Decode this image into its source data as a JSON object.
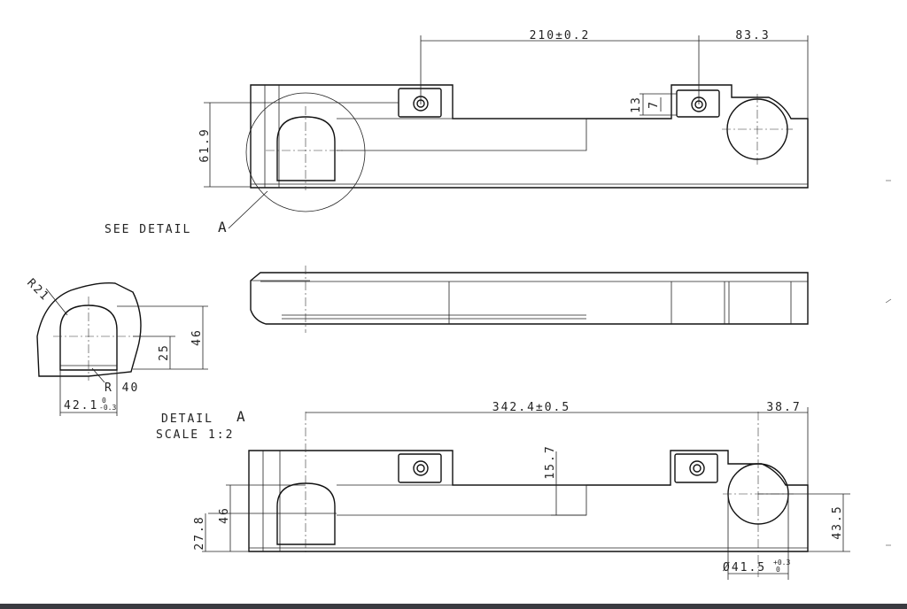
{
  "dimensions": {
    "top_span": "210±0.2",
    "top_right": "83.3",
    "top_height": "61.9",
    "top_slot_outer": "13",
    "top_slot_inner": "7",
    "bottom_span": "342.4±0.5",
    "bottom_right": "38.7",
    "bottom_step": "15.7",
    "bottom_left_46": "46",
    "bottom_left_27": "27.8",
    "bottom_right_43": "43.5",
    "bottom_dia": "Ø41.5",
    "bottom_dia_tol_upper": "+0.3",
    "bottom_dia_tol_lower": "0"
  },
  "detail": {
    "radius_21": "R21",
    "height_46": "46",
    "height_25": "25",
    "radius_40": "R 40",
    "width": "42.1",
    "width_tol_upper": "0",
    "width_tol_lower": "-0.3"
  },
  "labels": {
    "see_detail": "SEE DETAIL",
    "detail_letter": "A",
    "detail_title": "DETAIL",
    "detail_title_letter": "A",
    "detail_scale": "SCALE 1:2"
  },
  "colors": {
    "line": "#111111",
    "background": "#ffffff",
    "bottom_bar": "#3a3a40"
  }
}
